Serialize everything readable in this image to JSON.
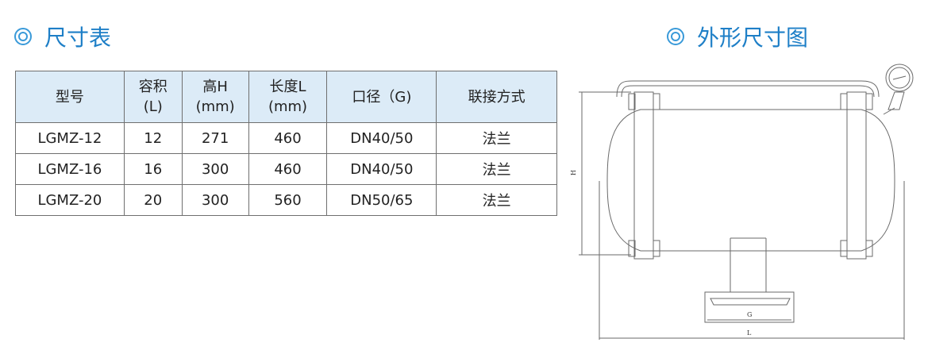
{
  "headings": {
    "left": "尺寸表",
    "right": "外形尺寸图"
  },
  "table": {
    "columns": [
      {
        "line1": "型号",
        "line2": ""
      },
      {
        "line1": "容积",
        "line2": "(L)"
      },
      {
        "line1": "高H",
        "line2": "(mm)"
      },
      {
        "line1": "长度L",
        "line2": "(mm)"
      },
      {
        "line1": "口径（G)",
        "line2": ""
      },
      {
        "line1": "联接方式",
        "line2": ""
      }
    ],
    "rows": [
      [
        "LGMZ-12",
        "12",
        "271",
        "460",
        "DN40/50",
        "法兰"
      ],
      [
        "LGMZ-16",
        "16",
        "300",
        "460",
        "DN40/50",
        "法兰"
      ],
      [
        "LGMZ-20",
        "20",
        "300",
        "560",
        "DN50/65",
        "法兰"
      ]
    ]
  },
  "drawing": {
    "label_h": "H",
    "label_g": "G",
    "label_l": "L"
  },
  "colors": {
    "heading": "#1e7fc7",
    "header_bg": "#dcebf7"
  }
}
